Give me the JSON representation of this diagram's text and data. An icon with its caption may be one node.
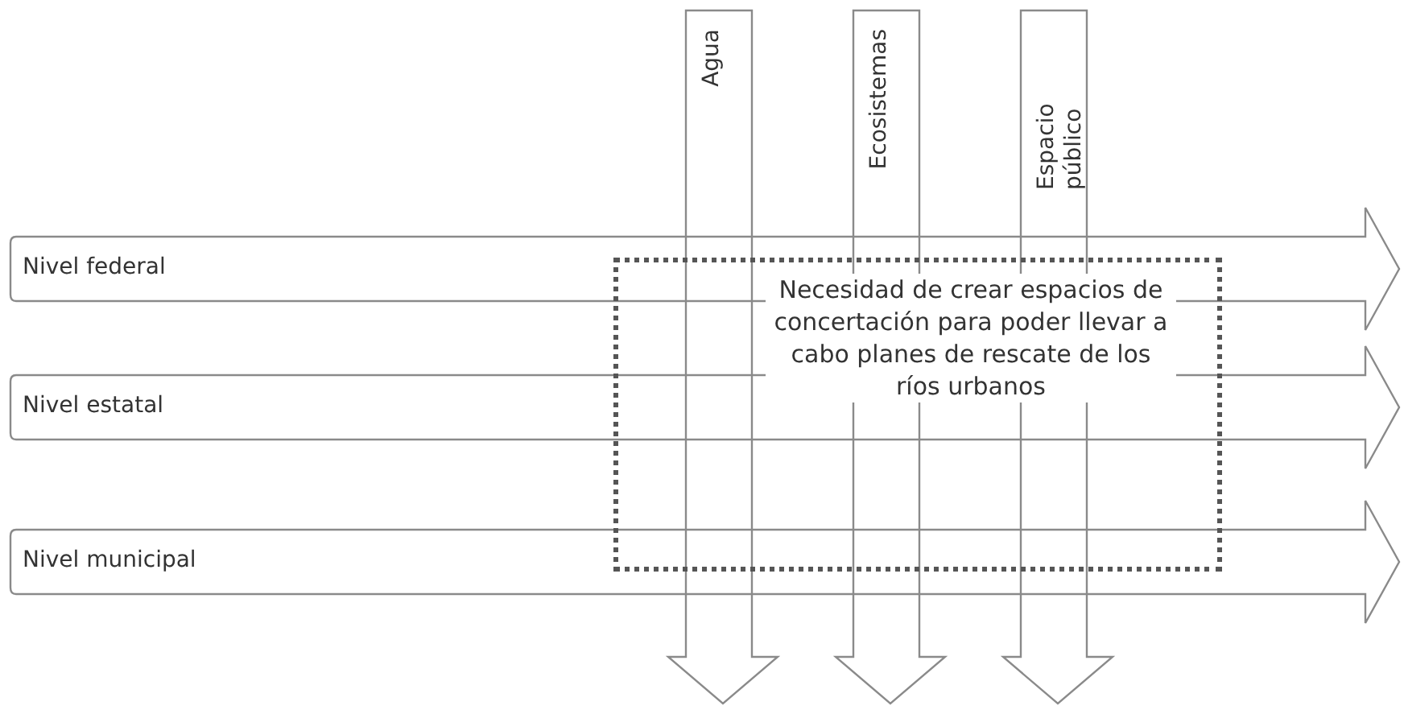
{
  "diagram": {
    "nodes": [
      {
        "text": [
          "Agua"
        ]
      },
      {
        "text": [
          "Ecosistemas"
        ]
      },
      {
        "text": [
          "Espacio público"
        ]
      },
      {
        "text": [
          "Nivel federal"
        ]
      },
      {
        "text": [
          "Nivel estatal"
        ]
      },
      {
        "text": [
          "Nivel municipal"
        ]
      },
      {
        "text": [
          "Necesidad de crear espacios de concertación para poder llevar a cabo planes de rescate de los ríos urbanos"
        ]
      }
    ]
  }
}
